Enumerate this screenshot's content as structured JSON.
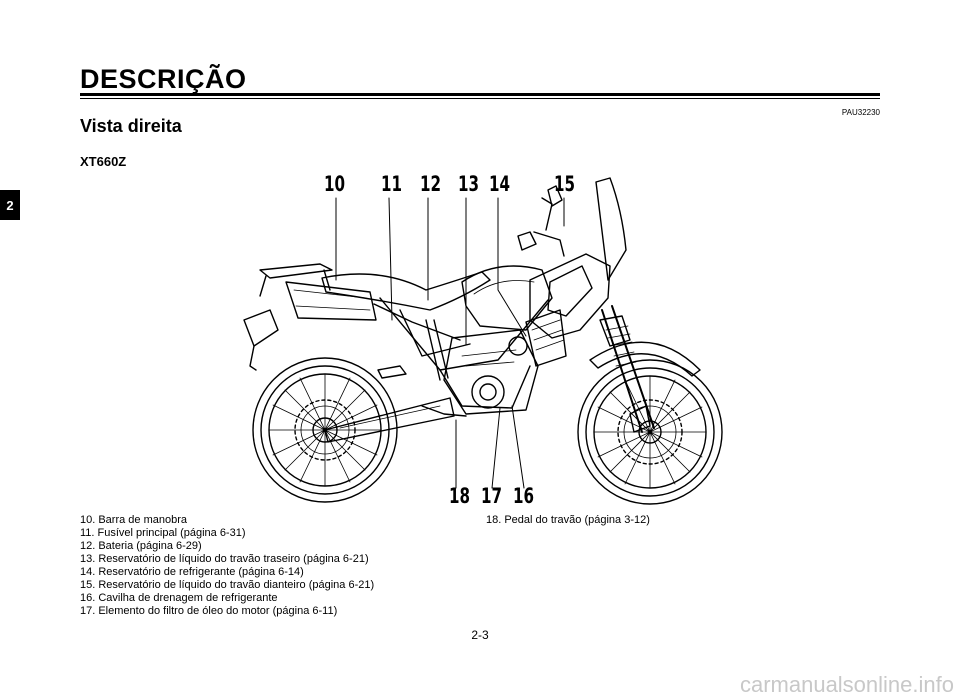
{
  "header": {
    "title": "DESCRIÇÃO",
    "ref_code": "PAU32230",
    "section_title": "Vista direita",
    "model": "XT660Z"
  },
  "chapter_tab": "2",
  "callouts": {
    "c10": "10",
    "c11": "11",
    "c12": "12",
    "c13": "13",
    "c14": "14",
    "c15": "15",
    "c16": "16",
    "c17": "17",
    "c18": "18"
  },
  "legend_left": [
    "10. Barra de manobra",
    "11. Fusível principal (página 6-31)",
    "12. Bateria (página 6-29)",
    "13. Reservatório de líquido do travão traseiro (página 6-21)",
    "14. Reservatório de refrigerante (página 6-14)",
    "15. Reservatório de líquido do travão dianteiro (página 6-21)",
    "16. Cavilha de drenagem de refrigerante",
    "17. Elemento do filtro de óleo do motor (página 6-11)"
  ],
  "legend_right": [
    "18. Pedal do travão (página 3-12)"
  ],
  "page_number": "2-3",
  "footer_url": "carmanualsonline.info"
}
